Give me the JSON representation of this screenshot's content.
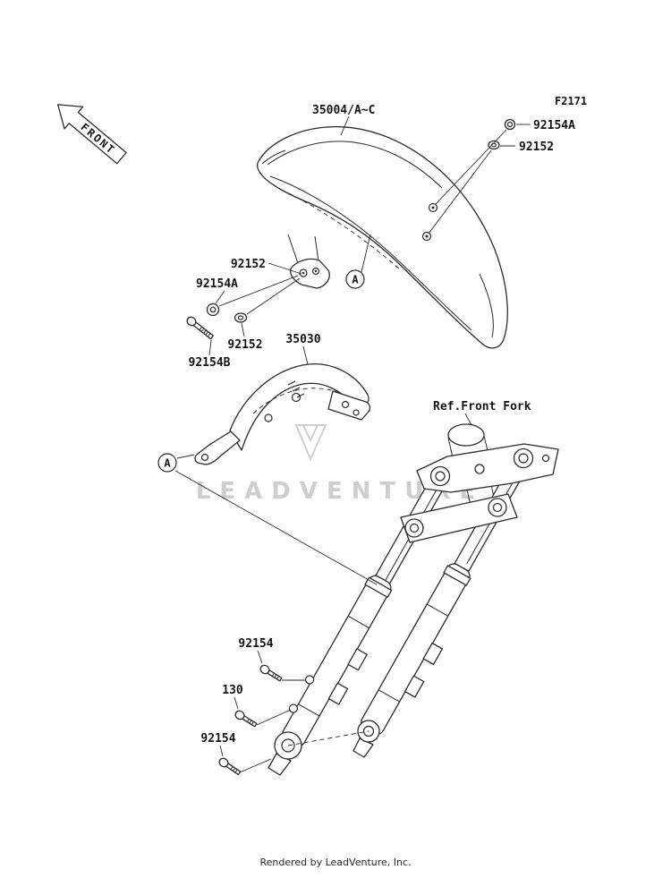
{
  "diagram": {
    "code": "F2171",
    "front_indicator": "FRONT",
    "reference": "Ref.Front Fork",
    "watermark": "LEADVENTURE",
    "footer": "Rendered by LeadVenture, Inc."
  },
  "labels": {
    "fender": "35004/A~C",
    "bracket": "35030",
    "bolt_top_right": "92154A",
    "washer_top_right": "92152",
    "washer_left_upper": "92152",
    "bolt_head_left": "92154A",
    "long_bolt": "92154B",
    "washer_left_lower": "92152",
    "fork_bolt_upper": "92154",
    "clamp_bolt": "130",
    "fork_bolt_lower": "92154",
    "callout_a": "A"
  },
  "colors": {
    "line_color": "#2b2b2b",
    "watermark_color": "#cccccc"
  }
}
